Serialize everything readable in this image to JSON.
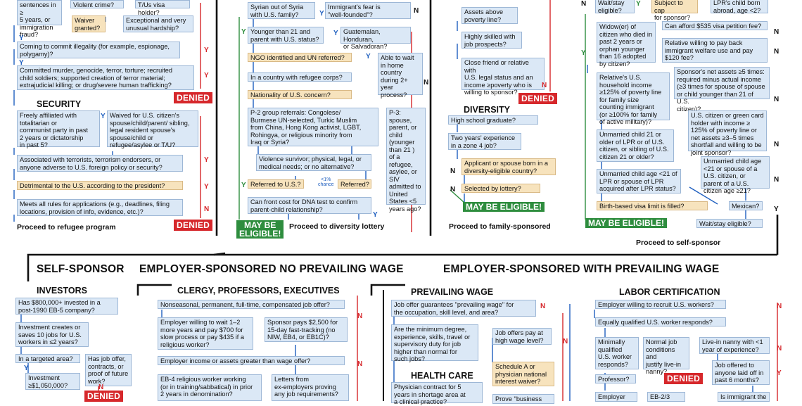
{
  "sections": {
    "security": "SECURITY",
    "diversity": "DIVERSITY",
    "self_sponsor": "SELF-SPONSOR",
    "emp_no_wage": "EMPLOYER-SPONSORED NO PREVAILING WAGE",
    "emp_with_wage": "EMPLOYER-SPONSORED WITH PREVAILING WAGE",
    "investors": "INVESTORS",
    "clergy": "CLERGY, PROFESSORS, EXECUTIVES",
    "prevailing_wage": "PREVAILING WAGE",
    "health_care": "HEALTH CARE",
    "labor_cert": "LABOR CERTIFICATION"
  },
  "labels": {
    "y": "Y",
    "n": "N",
    "denied": "DENIED",
    "eligible": "MAY BE ELIGIBLE!",
    "eligible_split": "MAY BE\nELIGIBLE!",
    "chance": "<1%\nchance"
  },
  "proceed": {
    "refugee": "Proceed to refugee program",
    "diversity": "Proceed to diversity lottery",
    "family": "Proceed to family-sponsored",
    "self": "Proceed to self-sponsor"
  },
  "col1": {
    "q1": "sentences in ≥\n5 years, or\nimmigration\nfraud?",
    "q2": "Violent crime?",
    "q3": "T/Us visa holder?",
    "q4": "Waiver\ngranted?",
    "q5": "Exceptional and very\nunusual hardship?",
    "q6": "Coming to commit illegality (for example, espionage,\npolygamy)?",
    "q7": "Committed murder, genocide, terror, torture; recruited\nchild soldiers; supported creation of terror material;\nextrajudicial killing; or drug/severe human trafficking?",
    "s1": "Freely affiliated with\ntotalitarian or\ncommunist party in past\n2 years or dictatorship\nin past 5?",
    "s2": "Waived for U.S. citizen's\nspouse/child/parent/ sibling,\nlegal resident spouse's\nspouse/child or\nrefugee/asylee or T/U?",
    "s3": "Associated with terrorists, terrorism endorsers, or\nanyone adverse to U.S. foreign policy or security?",
    "s4": "Detrimental to the U.S. according to the president?",
    "s5": "Meets all rules for applications (e.g., deadlines, filing\nlocations, provision of info, evidence, etc.)?"
  },
  "col2": {
    "a1": "Syrian out of Syria\nwith U.S. family?",
    "a2": "Immigrant's fear is\n\"well-founded\"?",
    "a3": "Younger than 21 and\nparent with U.S. status?",
    "a4": "Guatemalan, Honduran,\nor Salvadoran?",
    "a5": "NGO identified and UN referred?",
    "a6": "Able to wait\nin home\ncountry\nduring 2+\nyear\nprocess?",
    "a7": "In a country with refugee corps?",
    "a8": "Nationality of U.S. concern?",
    "a9": "P-2 group referrals: Congolese/\nBurmese UN-selected, Turkic Muslim\nfrom China, Hong Kong activist, LGBT,\nRohingya, or religious minority from\nIraq or Syria?",
    "a10": "P-3:\nspouse,\nparent, or\nchild\n(younger\nthan 21 )\nof a\nrefugee,\nasylee, or\nSIV\nadmitted to\nUnited\nStates <5\nyears ago?",
    "a11": "Violence survivor; physical, legal, or\nmedical needs; or no alternative?",
    "a12": "Referred to U.S.?",
    "a13": "Referred?",
    "a14": "Can front cost for DNA test to confirm\nparent-child relationship?"
  },
  "col3": {
    "b1": "Assets above\npoverty line?",
    "b2": "Highly skilled with\njob prospects?",
    "b3": "Close friend or relative with\nU.S. legal status and an\nincome ≥poverty who is\nwilling to sponsor?",
    "b4": "High school graduate?",
    "b5": "Two years' experience\nin a zone 4 job?",
    "b6": "Applicant or spouse born in a\ndiversity-eligible country?",
    "b7": "Selected by lottery?"
  },
  "col4": {
    "c0": "Wait/stay\neligible?",
    "c1": "Subject to cap\nfor sponsor?",
    "c2": "LPR's child born\nabroad, age <2?",
    "c3": "Can afford $535 visa petition fee?",
    "c4": "Widow(er) of\ncitizen who died in\npast 2 years or\norphan younger\nthan 16 adopted\nby citizen?",
    "c5": "Relative willing to pay back\nimmigrant welfare use and pay\n$120 fee?",
    "c6": "Relative's U.S.\nhousehold income\n≥125% of poverty line\nfor family size\ncounting immigrant\n(or ≥100% for family\nof active military)?",
    "c7": "Sponsor's net assets ≥5 times:\nrequired minus actual income\n(≥3 times for spouse of spouse\nor child younger than 21 of U.S.\ncitizen)?",
    "c8": "U.S. citizen or green card\nholder with income ≥\n125% of poverty line or\nnet assets ≥3–5 times\nshortfall and willing to be\njoint sponsor?",
    "c9": "Unmarried child 21 or\nolder of LPR or of U.S.\ncitizen, or sibling of U.S.\ncitizen 21 or older?",
    "c10": "Unmarried child age\n<21 or spouse of a\nU.S. citizen, or\nparent of a U.S.\ncitizen age ≥21?",
    "c11": "Unmarried child age <21 of\nLPR or spouse of LPR\nacquired after LPR status?",
    "c12": "Birth-based visa limit is filled?",
    "c13": "Mexican?",
    "c14": "Wait/stay eligible?"
  },
  "bottom": {
    "i1": "Has $800,000+ invested in a\npost-1990 EB-5 company?",
    "i2": "Investment creates or\nsaves 10 jobs for U.S.\nworkers in ≤2 years?",
    "i3": "In a targeted area?",
    "i4": "Has job offer,\ncontracts, or\nproof of future\nwork?",
    "i5": "Investment\n≥$1,050,000?",
    "p1": "Nonseasonal, permanent, full-time, compensated job offer?",
    "p2": "Employer willing to wait 1–2\nmore years and pay $700 for\nslow process or pay $435 if a\nreligious worker?",
    "p3": "Sponsor pays $2,500 for\n15-day fast-tracking (no\nNIW, EB4, or EB1C)?",
    "p4": "Employer income or assets greater than wage offer?",
    "p5": "EB-4 religious worker working\n(or in training/sabbatical) in prior\n2 years in denomination?",
    "p6": "Letters from\nex-employers proving\nany job requirements?",
    "w1": "Job offer guarantees \"prevailing wage\" for\nthe occupation, skill level, and area?",
    "w2": "Are the minimum degree,\nexperience, skills, travel or\nsupervisory duty for job\nhigher than normal for\nsuch jobs?",
    "w3": "Job offers pay at\nhigh wage level?",
    "w4": "Schedule A or\nphysician national\ninterest waiver?",
    "w5": "Physician contract for 5\nyears in shortage area at\na clinical practice?",
    "w6": "Prove \"business",
    "l1": "Employer willing to recruit U.S. workers?",
    "l2": "Equally qualified U.S. worker responds?",
    "l3": "Minimally\nqualified\nU.S. worker\nresponds?",
    "l4": "Normal job\nconditions and\njustify live-in\nnanny?",
    "l5": "Live-in nanny with <1\nyear of experience?",
    "l6": "Job offered to\nanyone laid off in\npast 6 months?",
    "l7": "Professor?",
    "l8": "Employer",
    "l9": "EB-2/3",
    "l10": "Is immigrant the"
  }
}
